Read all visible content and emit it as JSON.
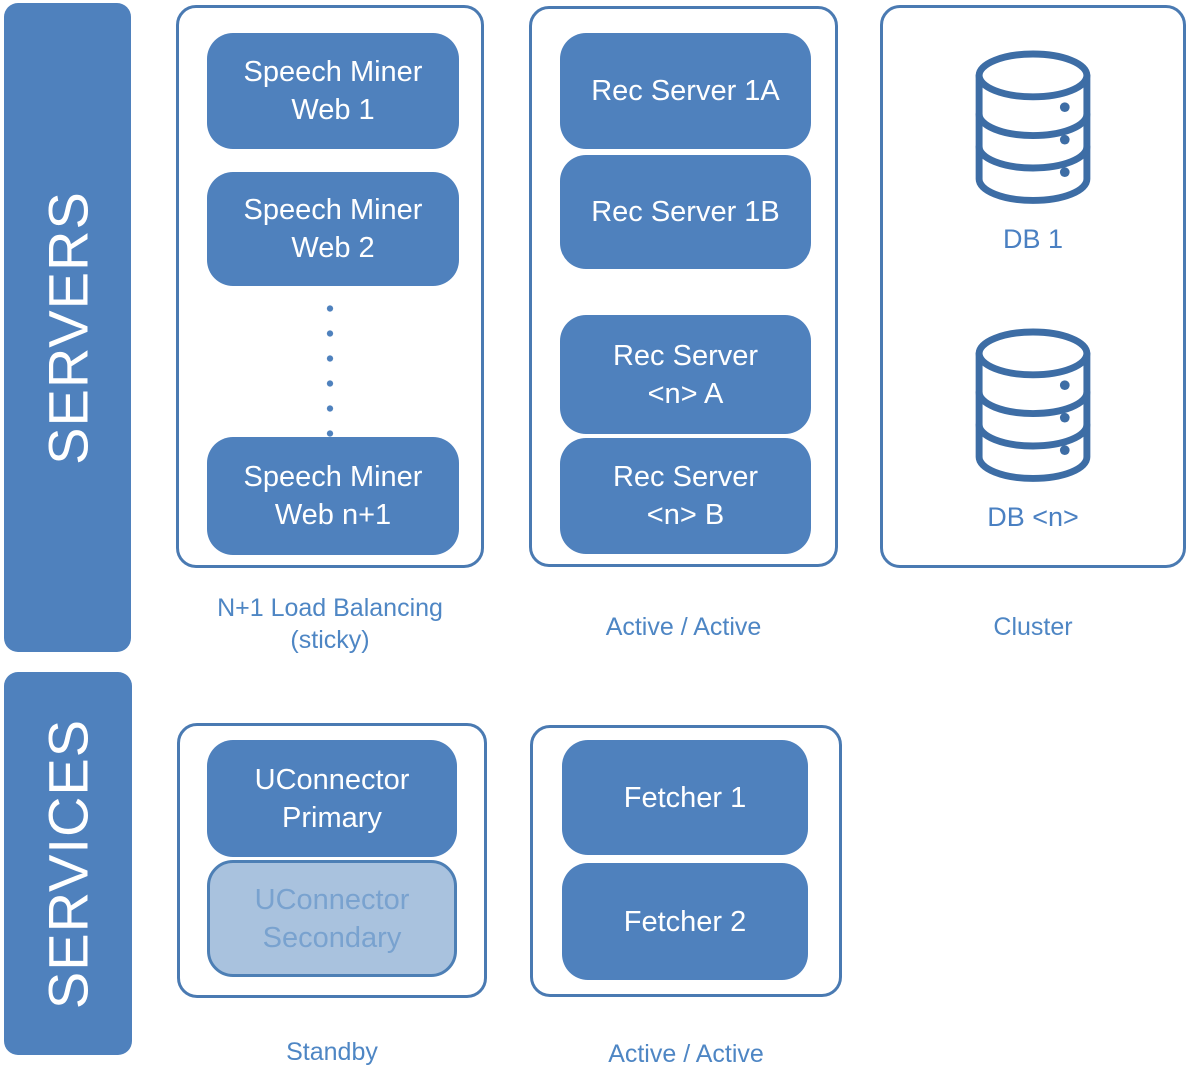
{
  "bars": {
    "servers": "SERVERS",
    "services": "SERVICES"
  },
  "web_group": {
    "nodes": [
      "Speech Miner\nWeb 1",
      "Speech Miner\nWeb 2",
      "Speech Miner\nWeb n+1"
    ],
    "caption": "N+1 Load Balancing\n(sticky)"
  },
  "rec_group": {
    "nodes": [
      "Rec Server 1A",
      "Rec Server 1B",
      "Rec Server\n<n> A",
      "Rec Server\n<n> B"
    ],
    "caption": "Active / Active"
  },
  "db_group": {
    "labels": [
      "DB 1",
      "DB <n>"
    ],
    "caption": "Cluster"
  },
  "uconnector_group": {
    "primary": "UConnector\nPrimary",
    "secondary": "UConnector\nSecondary",
    "caption": "Standby"
  },
  "fetcher_group": {
    "nodes": [
      "Fetcher 1",
      "Fetcher 2"
    ],
    "caption": "Active / Active"
  },
  "colors": {
    "node_fill": "#4f81bd",
    "panel_border": "#4a7ab2",
    "caption_text": "#4e86c4",
    "standby_fill": "#a9c2de",
    "standby_border": "#4d7fb5",
    "standby_text": "#79a2cf",
    "db_icon": "#3d6da5",
    "node_text": "#ffffff"
  }
}
